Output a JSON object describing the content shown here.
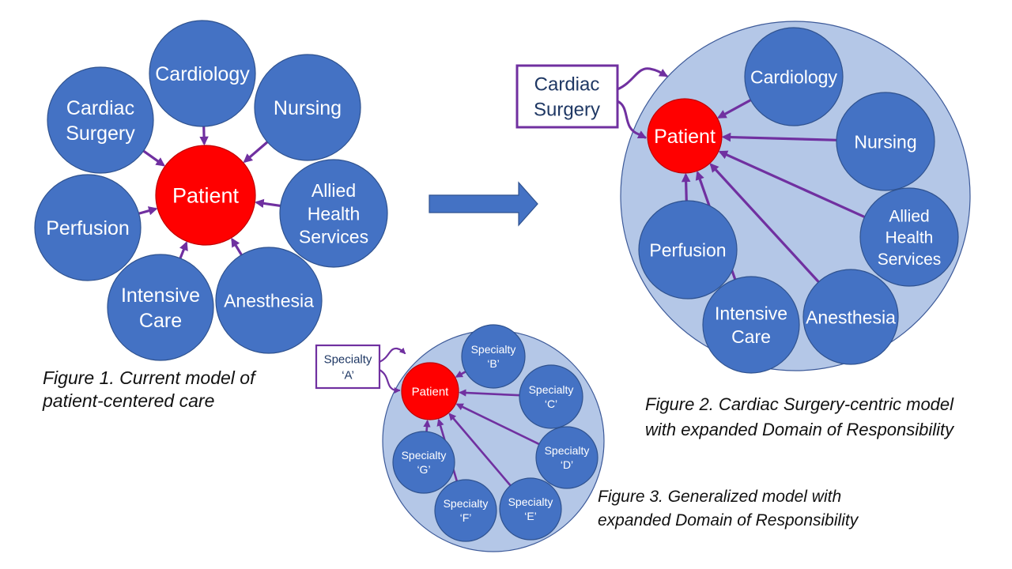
{
  "colors": {
    "node": "#4472c4",
    "node_stroke": "#2f528f",
    "patient": "#ff0000",
    "patient_stroke": "#c00000",
    "arrow": "#7030a0",
    "domain_fill": "#b4c7e7",
    "domain_stroke": "#3d5a99",
    "box_stroke": "#7030a0",
    "big_arrow": "#4472c4"
  },
  "figure1": {
    "patient": "Patient",
    "nodes": [
      {
        "id": "cardiology",
        "lines": [
          "Cardiology"
        ]
      },
      {
        "id": "nursing",
        "lines": [
          "Nursing"
        ]
      },
      {
        "id": "allied-health",
        "lines": [
          "Allied",
          "Health",
          "Services"
        ]
      },
      {
        "id": "anesthesia",
        "lines": [
          "Anesthesia"
        ]
      },
      {
        "id": "intensive-care",
        "lines": [
          "Intensive",
          "Care"
        ]
      },
      {
        "id": "perfusion",
        "lines": [
          "Perfusion"
        ]
      },
      {
        "id": "cardiac-surgery",
        "lines": [
          "Cardiac",
          "Surgery"
        ]
      }
    ],
    "caption_lines": [
      "Figure 1. Current model of",
      "patient-centered care"
    ]
  },
  "figure2": {
    "patient": "Patient",
    "box_lines": [
      "Cardiac",
      "Surgery"
    ],
    "nodes": [
      {
        "id": "cardiology",
        "lines": [
          "Cardiology"
        ]
      },
      {
        "id": "nursing",
        "lines": [
          "Nursing"
        ]
      },
      {
        "id": "allied-health",
        "lines": [
          "Allied",
          "Health",
          "Services"
        ]
      },
      {
        "id": "anesthesia",
        "lines": [
          "Anesthesia"
        ]
      },
      {
        "id": "intensive-care",
        "lines": [
          "Intensive",
          "Care"
        ]
      },
      {
        "id": "perfusion",
        "lines": [
          "Perfusion"
        ]
      }
    ],
    "caption_lines": [
      "Figure 2. Cardiac Surgery-centric model",
      "with expanded Domain of Responsibility"
    ]
  },
  "figure3": {
    "patient": "Patient",
    "box_lines": [
      "Specialty",
      "‘A’"
    ],
    "nodes": [
      {
        "id": "specialty-b",
        "lines": [
          "Specialty",
          "‘B’"
        ]
      },
      {
        "id": "specialty-c",
        "lines": [
          "Specialty",
          "‘C’"
        ]
      },
      {
        "id": "specialty-d",
        "lines": [
          "Specialty",
          "‘D’"
        ]
      },
      {
        "id": "specialty-e",
        "lines": [
          "Specialty",
          "‘E’"
        ]
      },
      {
        "id": "specialty-f",
        "lines": [
          "Specialty",
          "‘F’"
        ]
      },
      {
        "id": "specialty-g",
        "lines": [
          "Specialty",
          "‘G’"
        ]
      }
    ],
    "caption_lines": [
      "Figure 3. Generalized model with",
      "expanded Domain of Responsibility"
    ]
  }
}
